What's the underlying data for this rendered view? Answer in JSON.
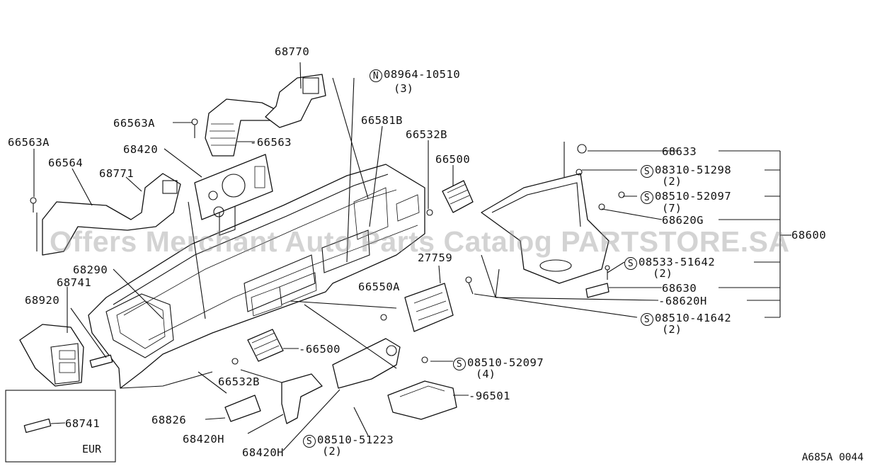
{
  "watermark": "Offers Merchant Auto Parts Catalog PARTSTORE.SA",
  "diagram_code": "A685A 0044",
  "inset_label": "EUR",
  "labels": {
    "p68770": "68770",
    "p08964": "08964-10510",
    "p08964_qty": "(3)",
    "p66581B": "66581B",
    "p66563A_top": "66563A",
    "p66563": "66563",
    "p66532B_top": "66532B",
    "p66500_top": "66500",
    "p66563A_left": "66563A",
    "p68420": "68420",
    "p66564": "66564",
    "p68771": "68771",
    "p68633": "68633",
    "p08310": "08310-51298",
    "p08310_qty": "(2)",
    "p08510_52097_r": "08510-52097",
    "p08510_52097_r_qty": "(7)",
    "p68620G": "68620G",
    "p68600": "68600",
    "p27759": "27759",
    "p68290": "68290",
    "p68741_top": "68741",
    "p68920": "68920",
    "p66550A": "66550A",
    "p08533": "08533-51642",
    "p08533_qty": "(2)",
    "p68630": "68630",
    "p68620H": "68620H",
    "p08510_41642": "08510-41642",
    "p08510_41642_qty": "(2)",
    "p66500_bot": "66500",
    "p08510_52097_b": "08510-52097",
    "p08510_52097_b_qty": "(4)",
    "p66532B_bot": "66532B",
    "p96501": "96501",
    "p68826": "68826",
    "p68420H_a": "68420H",
    "p68420H_b": "68420H",
    "p08510_51223": "08510-51223",
    "p08510_51223_qty": "(2)",
    "p68741_inset": "68741"
  },
  "prefix_symbols": {
    "n": "N",
    "s": "S"
  }
}
